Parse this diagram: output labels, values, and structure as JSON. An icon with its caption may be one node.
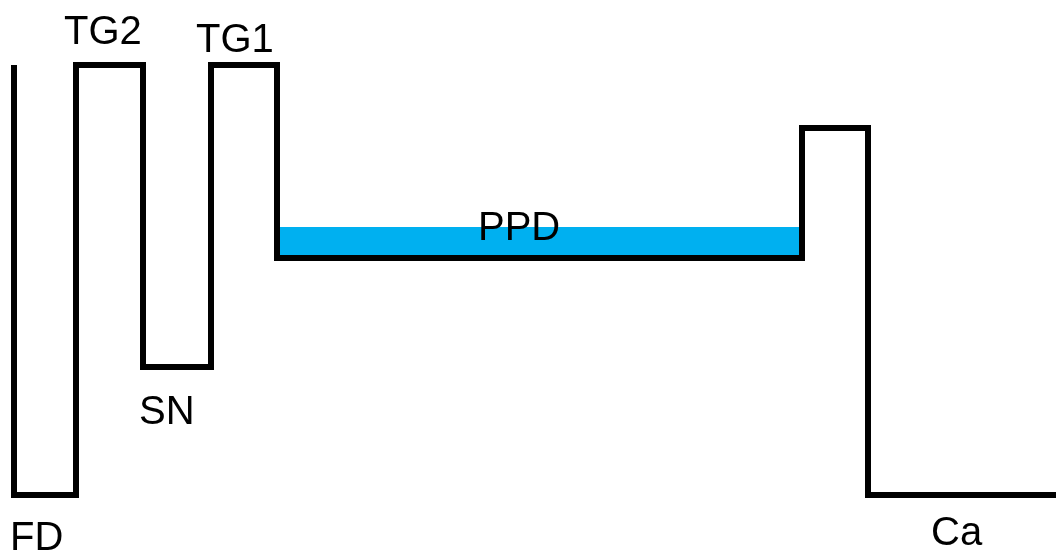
{
  "diagram": {
    "labels": [
      "TG2",
      "TG1",
      "PPD",
      "SN",
      "FD",
      "Ca"
    ]
  }
}
